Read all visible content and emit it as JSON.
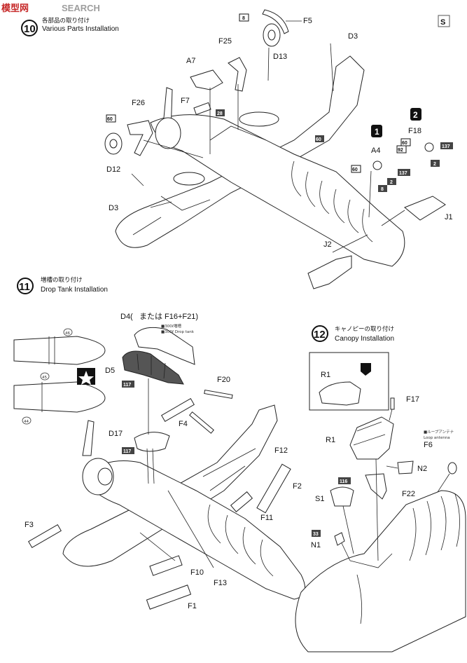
{
  "watermark": {
    "cn": "模型网",
    "en": "SEARCH"
  },
  "corner_letter": "S",
  "steps": {
    "s10": {
      "number": "10",
      "jp": "各部品の取り付け",
      "en": "Various Parts Installation"
    },
    "s11": {
      "number": "11",
      "jp": "増槽の取り付け",
      "en": "Drop Tank Installation"
    },
    "s12": {
      "number": "12",
      "jp": "キャノピーの取り付け",
      "en": "Canopy Installation"
    }
  },
  "parts_10": {
    "F5": "F5",
    "D3a": "D3",
    "F25": "F25",
    "D13": "D13",
    "A7": "A7",
    "F7": "F7",
    "F26": "F26",
    "D12": "D12",
    "D3b": "D3",
    "F18": "F18",
    "A4": "A4",
    "J1": "J1",
    "J2": "J2"
  },
  "parts_11": {
    "D4": "D4(",
    "D4_alt": "または F16+F21)",
    "D4_opt1": "■300ℓ増槽",
    "D4_opt2": "■300ℓ Drop tank",
    "D5": "D5",
    "F20": "F20",
    "F4": "F4",
    "D17": "D17",
    "F12": "F12",
    "F2": "F2",
    "F3": "F3",
    "F11": "F11",
    "F10": "F10",
    "F13": "F13",
    "F1": "F1"
  },
  "parts_12": {
    "R1a": "R1",
    "F17": "F17",
    "R1b": "R1",
    "F6": "F6",
    "N2": "N2",
    "F22": "F22",
    "S1": "S1",
    "N1": "N1",
    "antenna_jp": "■ループアンテナ",
    "antenna_en": "Loop antenna"
  },
  "paint_refs": {
    "p8a": "8",
    "p60a": "60",
    "p60b": "60",
    "p28": "28",
    "p60c": "60",
    "p60d": "60",
    "p92": "92",
    "p137a": "137",
    "p2a": "2",
    "p137b": "137",
    "p8b": "8",
    "p2b": "2",
    "p117a": "117",
    "p117b": "117",
    "p116": "116",
    "p33": "33"
  },
  "variant_markers": {
    "m1": "1",
    "m2": "2"
  },
  "decal_refs": {
    "d46": "46",
    "d45": "45",
    "d44": "44"
  }
}
